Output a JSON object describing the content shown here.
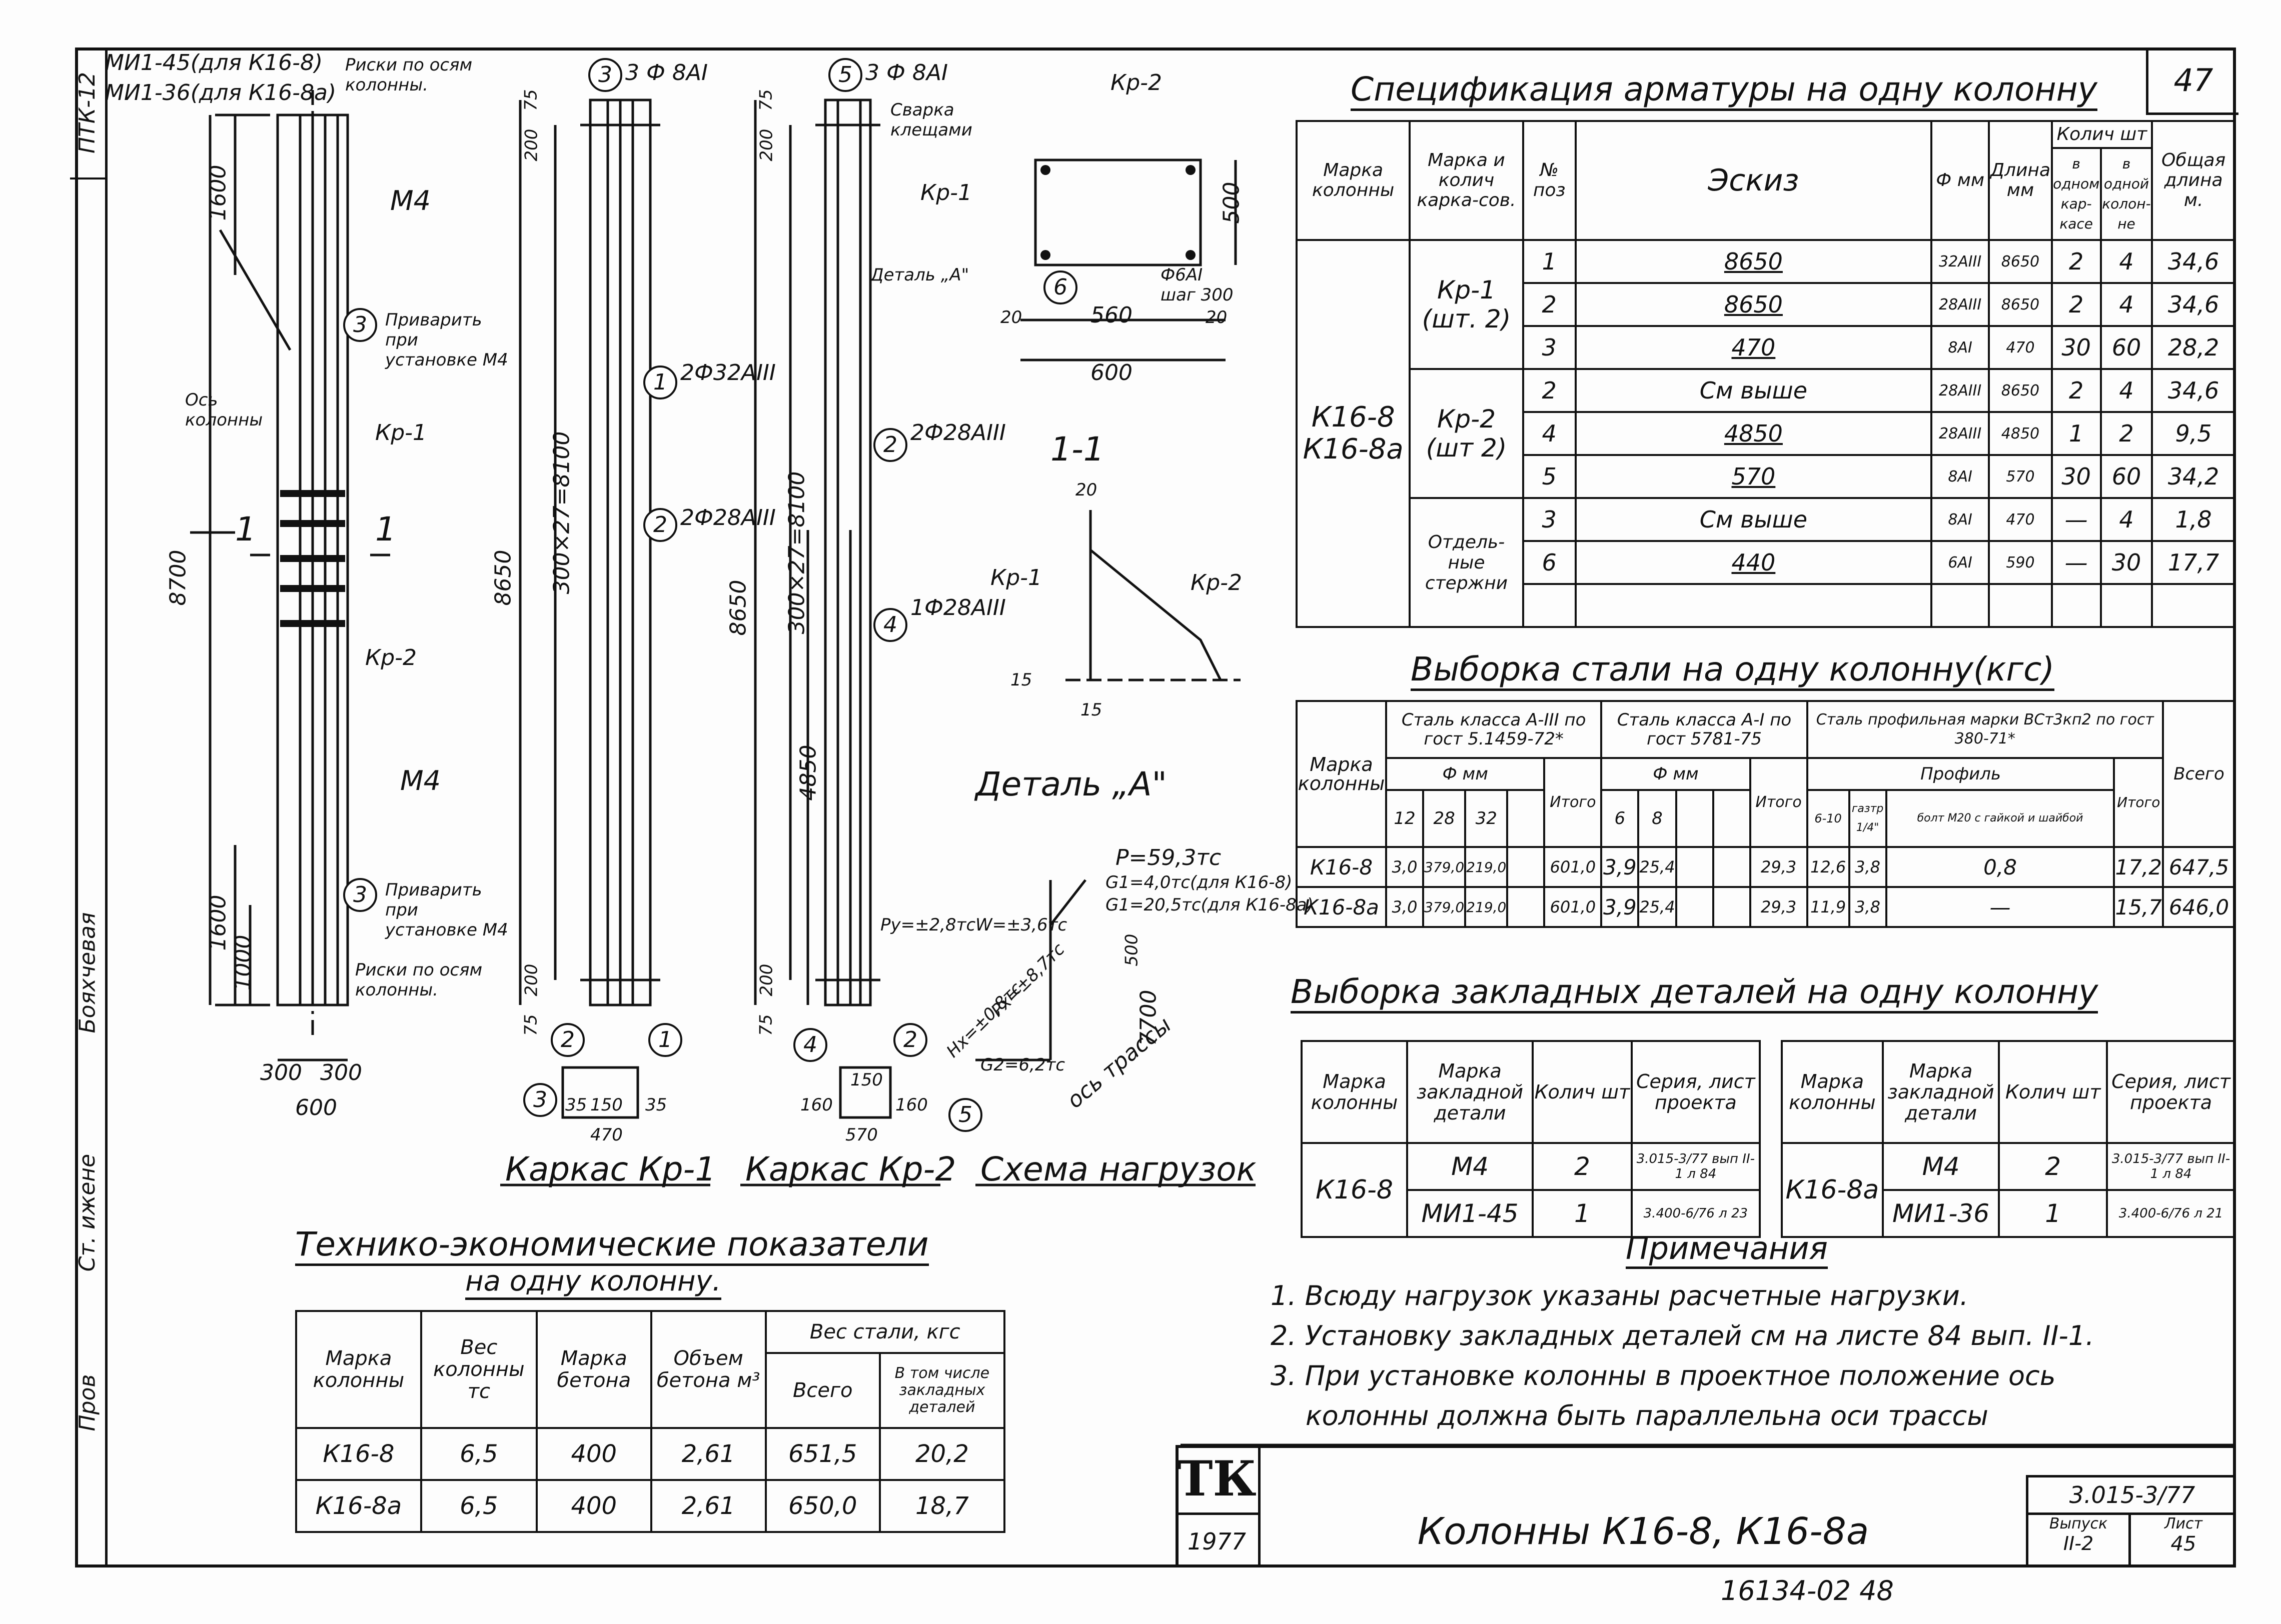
{
  "sheet": {
    "page_number": "47",
    "series_code": "3.015-3/77",
    "vypusk_label": "Выпуск",
    "vypusk_value": "II-2",
    "list_label": "Лист",
    "list_value": "45",
    "logo": "ТК",
    "year": "1977",
    "drawing_title": "Колонны К16-8, К16-8а",
    "archive_number": "16134-02 48"
  },
  "side_strip": {
    "cells": [
      "ПТК-12",
      "Бояхчевая",
      "Ст. ижене",
      "Пров"
    ]
  },
  "left_drawing": {
    "top_labels": [
      "МИ1-45(для К16-8)",
      "МИ1-36(для К16-8а)",
      "Риски по осям колонны."
    ],
    "dims": [
      "1600",
      "8700",
      "1600",
      "1000",
      "300",
      "300",
      "600"
    ],
    "labels": [
      "М4",
      "Приварить при установке М4",
      "Ось колонны",
      "Кр-1",
      "1",
      "1",
      "Кр-2",
      "М4",
      "Приварить при установке М4",
      "Риски по осям колонны."
    ],
    "circle": "3"
  },
  "cage1": {
    "caption": "Каркас Кр-1",
    "top_label": "3 Ф 8АI",
    "dims": [
      "75",
      "200",
      "8650",
      "300×27=8100",
      "200",
      "75"
    ],
    "bar_labels": [
      "2Ф32АIII",
      "2Ф28АIII"
    ],
    "section_dims": [
      "35",
      "150",
      "35",
      "470"
    ],
    "circles": [
      "3",
      "1",
      "2",
      "2",
      "1"
    ]
  },
  "cage2": {
    "caption": "Каркас Кр-2",
    "top_label": "3 Ф 8АI",
    "dims": [
      "75",
      "200",
      "8650",
      "300×27=8100",
      "4850",
      "200",
      "75"
    ],
    "bar_labels": [
      "2Ф28АIII",
      "1Ф28АIII"
    ],
    "section_dims": [
      "160",
      "150",
      "160",
      "570"
    ],
    "circles": [
      "5",
      "2",
      "4",
      "4",
      "2",
      "5"
    ]
  },
  "section": {
    "title": "1-1",
    "labels": [
      "Кр-2",
      "Сварка клещами",
      "Кр-1",
      "Деталь „А\"",
      "Ф6АI шаг 300"
    ],
    "dims": [
      "500",
      "20",
      "560",
      "20",
      "600"
    ],
    "circle": "6"
  },
  "detail_a": {
    "title": "Деталь „А\"",
    "labels": [
      "Кр-1",
      "Кр-2"
    ],
    "dims": [
      "20",
      "15",
      "15"
    ]
  },
  "loads": {
    "title": "Схема нагрузок",
    "labels": [
      "P=59,3тс",
      "G1=4,0тс(для К16-8)",
      "G1=20,5тс(для К16-8а)",
      "Ру=±2,8тс",
      "W=±3,6тс",
      "Рх=±8,7тс",
      "Нх=±0,8тс",
      "G2=6,2тс",
      "ось трассы"
    ],
    "dims": [
      "500",
      "7700"
    ]
  },
  "spec_table": {
    "title": "Спецификация арматуры на одну колонну",
    "headers": [
      "Марка колонны",
      "Марка и колич карка-сов.",
      "№ поз",
      "Эскиз",
      "Ф мм",
      "Длина мм",
      "Колич шт",
      "в одном кар-касе",
      "в одной колон-не",
      "Общая длина м."
    ],
    "column_mark": [
      "К16-8",
      "К16-8а"
    ],
    "groups": [
      "Кр-1 (шт. 2)",
      "Кр-2 (шт 2)",
      "Отдель-ные стержни"
    ],
    "rows": [
      {
        "pos": "1",
        "sketch": "8650",
        "d": "32АIII",
        "len": "8650",
        "n1": "2",
        "n2": "4",
        "total": "34,6"
      },
      {
        "pos": "2",
        "sketch": "8650",
        "d": "28АIII",
        "len": "8650",
        "n1": "2",
        "n2": "4",
        "total": "34,6"
      },
      {
        "pos": "3",
        "sketch": "470",
        "d": "8АI",
        "len": "470",
        "n1": "30",
        "n2": "60",
        "total": "28,2"
      },
      {
        "pos": "2",
        "sketch": "См выше",
        "d": "28АIII",
        "len": "8650",
        "n1": "2",
        "n2": "4",
        "total": "34,6"
      },
      {
        "pos": "4",
        "sketch": "4850",
        "d": "28АIII",
        "len": "4850",
        "n1": "1",
        "n2": "2",
        "total": "9,5"
      },
      {
        "pos": "5",
        "sketch": "570",
        "d": "8АI",
        "len": "570",
        "n1": "30",
        "n2": "60",
        "total": "34,2"
      },
      {
        "pos": "3",
        "sketch": "См выше",
        "d": "8АI",
        "len": "470",
        "n1": "—",
        "n2": "4",
        "total": "1,8"
      },
      {
        "pos": "6",
        "sketch": "440",
        "d": "6АI",
        "len": "590",
        "n1": "—",
        "n2": "30",
        "total": "17,7"
      }
    ]
  },
  "steel_table": {
    "title": "Выборка стали на одну колонну(кгс)",
    "headers": [
      "Марка колонны",
      "Сталь класса А-III по гост 5.1459-72*",
      "Сталь класса А-I по гост 5781-75",
      "Сталь профильная марки ВСт3кп2 по гост 380-71*",
      "Ф мм",
      "Ф мм",
      "Профиль",
      "12",
      "28",
      "32",
      "Итого",
      "6",
      "8",
      "Итого",
      "6-10",
      "газтр 1/4\"",
      "болт М20 с гайкой и шайбой",
      "Итого",
      "Всего"
    ],
    "rows": [
      {
        "mark": "К16-8",
        "v12": "3,0",
        "v28": "379,0",
        "v32": "219,0",
        "it1": "601,0",
        "v6": "3,9",
        "v8": "25,4",
        "it2": "29,3",
        "p1": "12,6",
        "p2": "3,8",
        "p3": "0,8",
        "it3": "17,2",
        "total": "647,5"
      },
      {
        "mark": "К16-8а",
        "v12": "3,0",
        "v28": "379,0",
        "v32": "219,0",
        "it1": "601,0",
        "v6": "3,9",
        "v8": "25,4",
        "it2": "29,3",
        "p1": "11,9",
        "p2": "3,8",
        "p3": "—",
        "it3": "15,7",
        "total": "646,0"
      }
    ]
  },
  "embedded": {
    "title": "Выборка закладных деталей на одну колонну",
    "headers": [
      "Марка колонны",
      "Марка закладной детали",
      "Колич шт",
      "Серия, лист проекта"
    ],
    "left": {
      "mark": "К16-8",
      "rows": [
        {
          "part": "М4",
          "n": "2",
          "series": "3.015-3/77 вып II-1 л 84"
        },
        {
          "part": "МИ1-45",
          "n": "1",
          "series": "3.400-6/76 л 23"
        }
      ]
    },
    "right": {
      "mark": "К16-8а",
      "rows": [
        {
          "part": "М4",
          "n": "2",
          "series": "3.015-3/77 вып II-1 л 84"
        },
        {
          "part": "МИ1-36",
          "n": "1",
          "series": "3.400-6/76 л 21"
        }
      ]
    }
  },
  "notes": {
    "title": "Примечания",
    "items": [
      "1. Всюду нагрузок указаны расчетные нагрузки.",
      "2. Установку закладных деталей см на листе 84 вып. II-1.",
      "3. При установке колонны в проектное положение ось",
      "колонны должна быть параллельна оси трассы"
    ]
  },
  "tech_table": {
    "title": "Технико-экономические показатели",
    "subtitle": "на одну колонну.",
    "headers": [
      "Марка колонны",
      "Вес колонны тс",
      "Марка бетона",
      "Объем бетона м³",
      "Вес стали, кгс",
      "Всего",
      "В том числе закладных деталей"
    ],
    "rows": [
      {
        "mark": "К16-8",
        "w": "6,5",
        "b": "400",
        "v": "2,61",
        "total": "651,5",
        "emb": "20,2"
      },
      {
        "mark": "К16-8а",
        "w": "6,5",
        "b": "400",
        "v": "2,61",
        "total": "650,0",
        "emb": "18,7"
      }
    ]
  }
}
